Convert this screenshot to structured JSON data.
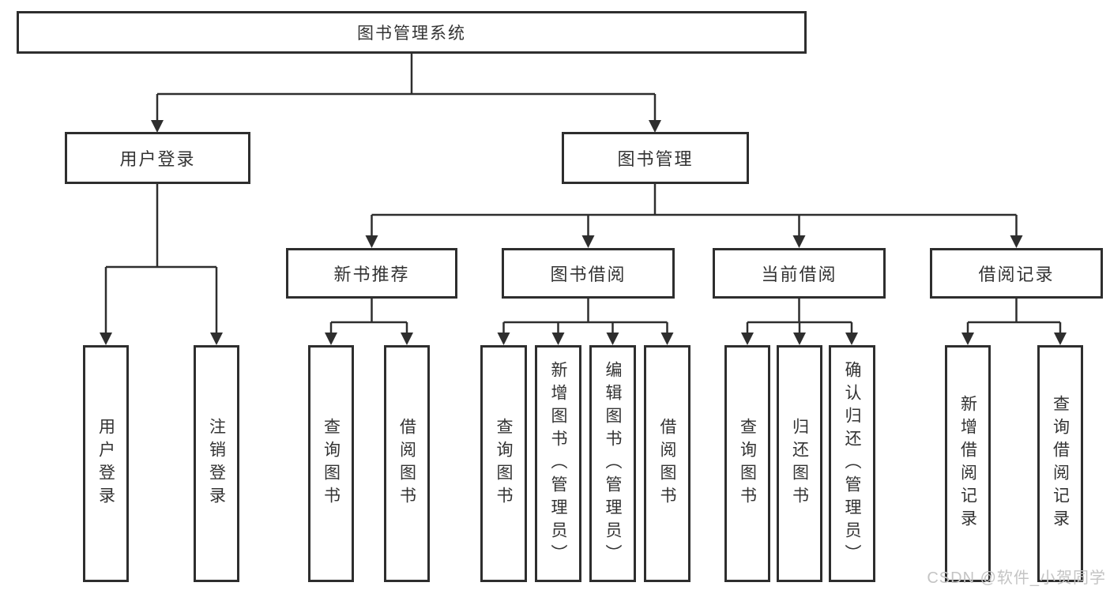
{
  "tree": {
    "root": "图书管理系统",
    "branches": [
      {
        "label": "用户登录",
        "children": [
          "用户登录",
          "注销登录"
        ]
      },
      {
        "label": "图书管理",
        "groups": [
          {
            "label": "新书推荐",
            "children": [
              "查询图书",
              "借阅图书"
            ]
          },
          {
            "label": "图书借阅",
            "children": [
              "查询图书",
              "新增图书（管理员）",
              "编辑图书（管理员）",
              "借阅图书"
            ]
          },
          {
            "label": "当前借阅",
            "children": [
              "查询图书",
              "归还图书",
              "确认归还（管理员）"
            ]
          },
          {
            "label": "借阅记录",
            "children": [
              "新增借阅记录",
              "查询借阅记录"
            ]
          }
        ]
      }
    ]
  },
  "watermark": {
    "text": "CSDN @软件_小贺同学"
  },
  "colors": {
    "border": "#2e2e2e",
    "line": "#2e2e2e",
    "text": "#333333",
    "background": "#ffffff",
    "watermark": "#c4c4c4"
  }
}
